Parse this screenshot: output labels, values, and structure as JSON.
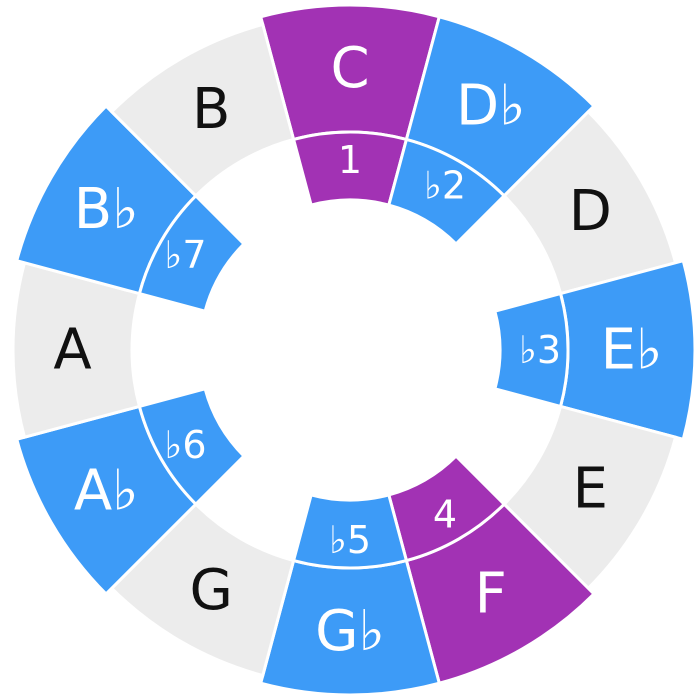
{
  "colors": {
    "root": "#a232b4",
    "interval": "#3d9bf7",
    "inactive": "#ececec",
    "outer_text_dark": "#111111",
    "light_text": "#ffffff",
    "separator": "#ffffff"
  },
  "wheel": {
    "segments": [
      {
        "note": "C",
        "interval": "1",
        "kind": "root"
      },
      {
        "note": "D♭",
        "interval": "♭2",
        "kind": "interval"
      },
      {
        "note": "D",
        "interval": "",
        "kind": "inactive"
      },
      {
        "note": "E♭",
        "interval": "♭3",
        "kind": "interval"
      },
      {
        "note": "E",
        "interval": "",
        "kind": "inactive"
      },
      {
        "note": "F",
        "interval": "4",
        "kind": "root"
      },
      {
        "note": "G♭",
        "interval": "♭5",
        "kind": "interval"
      },
      {
        "note": "G",
        "interval": "",
        "kind": "inactive"
      },
      {
        "note": "A♭",
        "interval": "♭6",
        "kind": "interval"
      },
      {
        "note": "A",
        "interval": "",
        "kind": "inactive"
      },
      {
        "note": "B♭",
        "interval": "♭7",
        "kind": "interval"
      },
      {
        "note": "B",
        "interval": "",
        "kind": "inactive"
      }
    ]
  }
}
